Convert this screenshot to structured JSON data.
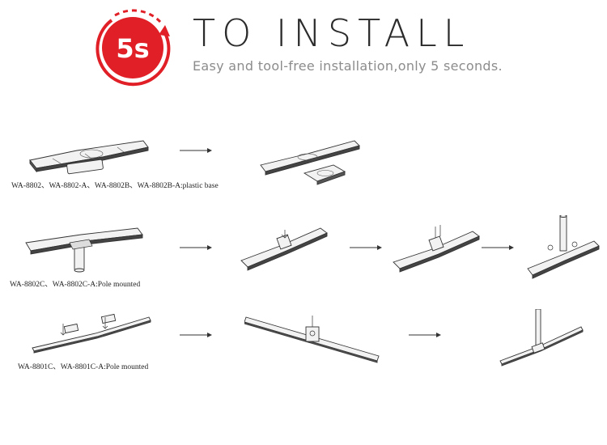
{
  "header": {
    "badge_text": "5s",
    "title": "TO INSTALL",
    "subtitle": "Easy and tool-free installation,only 5 seconds."
  },
  "rows": [
    {
      "caption": "WA-8802、WA-8802-A、WA-8802B、WA-8802B-A:plastic base"
    },
    {
      "caption": "WA-8802C、WA-8802C-A:Pole mounted"
    },
    {
      "caption": "WA-8801C、WA-8801C-A:Pole mounted"
    }
  ],
  "colors": {
    "accent": "#e01f26",
    "line": "#333333",
    "text": "#2b2b2b",
    "subtitle": "#8c8c8c"
  },
  "icons": [
    "timer-badge-icon",
    "arrow-right-icon"
  ]
}
